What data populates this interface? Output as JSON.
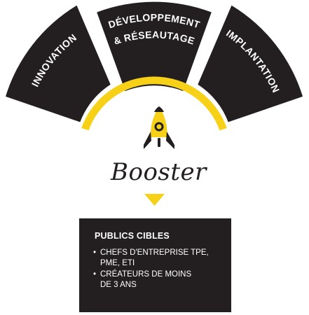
{
  "segments": [
    {
      "label": "INNOVATION"
    },
    {
      "label_line1": "DÉVELOPPEMENT",
      "label_line2": "& RÉSEAUTAGE"
    },
    {
      "label": "IMPLANTATION"
    }
  ],
  "center": {
    "title": "Booster",
    "icon": "rocket-icon"
  },
  "publics": {
    "title": "PUBLICS CIBLES",
    "items": [
      {
        "line1": "CHEFS D'ENTREPRISE TPE,",
        "line2": "PME, ETI"
      },
      {
        "line1": "CRÉATEURS DE MOINS",
        "line2": "DE 3 ANS"
      }
    ]
  },
  "colors": {
    "dark": "#231f20",
    "accent": "#f7d117",
    "white": "#ffffff"
  }
}
